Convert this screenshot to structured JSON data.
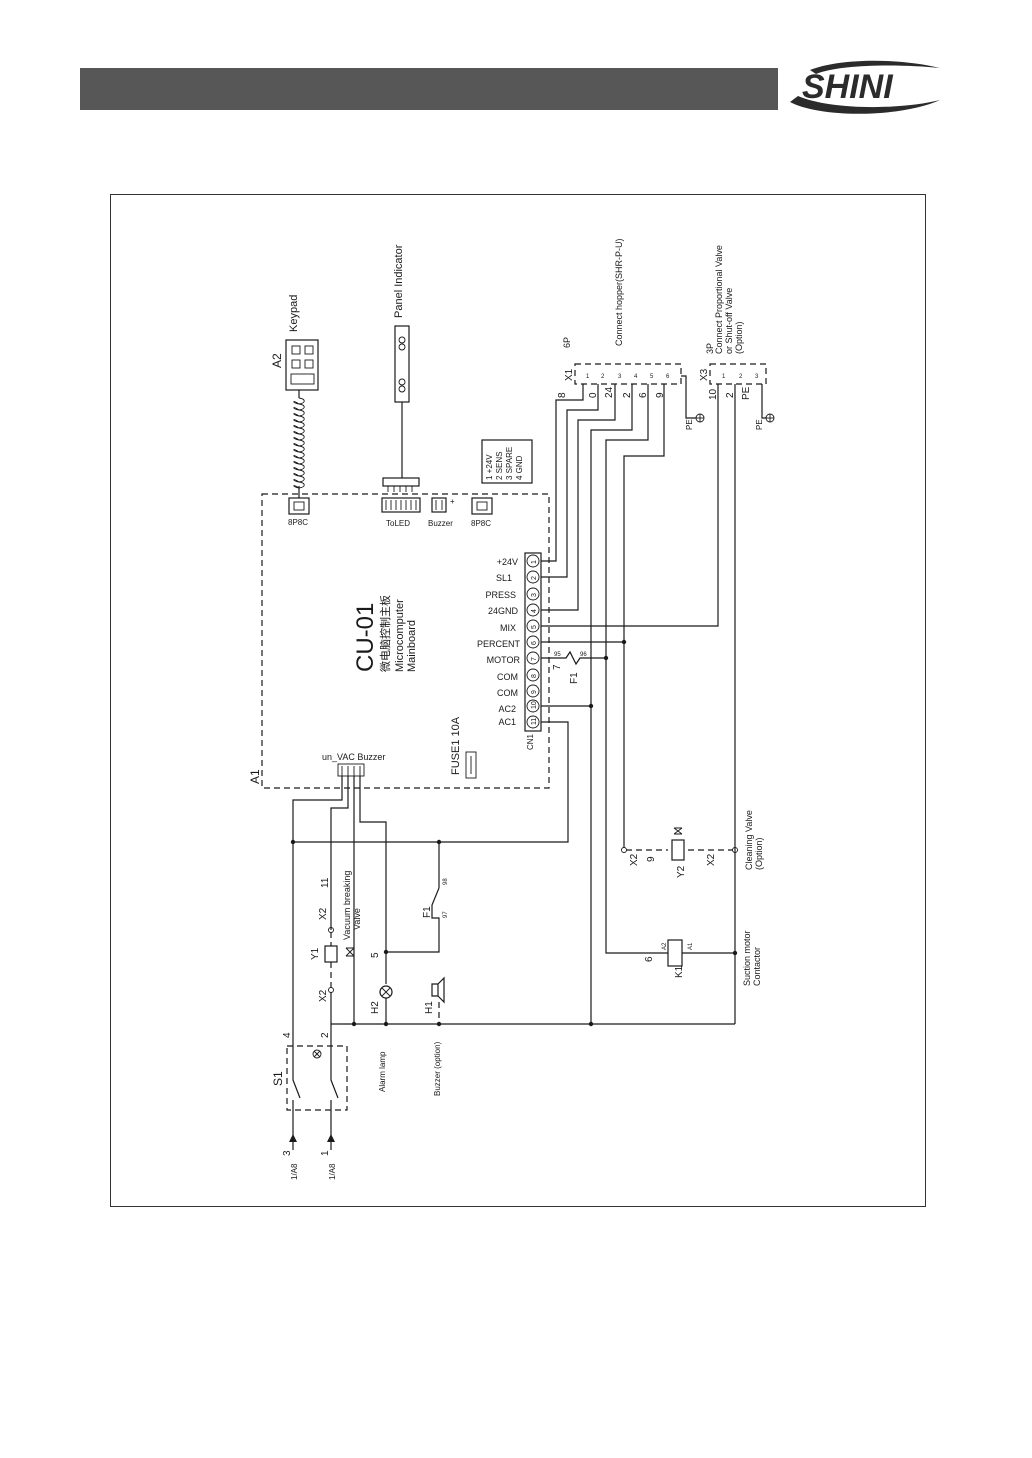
{
  "header": {
    "brand": "SHINI"
  },
  "colors": {
    "header_bar": "#575757",
    "line": "#1a1a1a",
    "background": "#ffffff"
  },
  "mainboard": {
    "ref": "A1",
    "model": "CU-01",
    "chinese": "微电脑控制主板",
    "line1": "Microcomputer",
    "line2": "Mainboard",
    "fuse": "FUSE1 10A",
    "connector": "CN1",
    "vac_buzzer": "un_VAC Buzzer",
    "port_8p8c_left": "8P8C",
    "port_8p8c_right": "8P8C",
    "to_led": "ToLED",
    "buzzer_port": "Buzzer",
    "terminals": [
      "+24V",
      "SL1",
      "PRESS",
      "24GND",
      "MIX",
      "PERCENT",
      "MOTOR",
      "COM",
      "COM",
      "AC2",
      "AC1"
    ],
    "terminal_numbers": [
      "1",
      "2",
      "3",
      "4",
      "5",
      "6",
      "7",
      "8",
      "9",
      "10",
      "11"
    ]
  },
  "keypad": {
    "ref": "A2",
    "label": "Keypad"
  },
  "panel_indicator": {
    "label": "Panel Indicator"
  },
  "sensor_note": [
    "1 +24V",
    "2 SENS",
    "3 SPARE",
    "4 GND"
  ],
  "x1": {
    "ref": "X1",
    "pins": "6P",
    "label": "Connect hopper(SHR-P-U)",
    "wires": [
      "8",
      "0",
      "24",
      "2",
      "6",
      "9"
    ],
    "pin_numbers": [
      "1",
      "2",
      "3",
      "4",
      "5",
      "6"
    ],
    "pe": "PE"
  },
  "x3": {
    "ref": "X3",
    "pins": "3P",
    "label_lines": [
      "Connect Proportional Valve",
      "or Shut-off Valve",
      "(Option)"
    ],
    "wires": [
      "10",
      "2",
      "PE"
    ],
    "pin_numbers": [
      "1",
      "2",
      "3"
    ],
    "pe": "PE"
  },
  "fuse_f1": {
    "ref": "F1",
    "wire": "7",
    "pin_a": "95",
    "pin_b": "96"
  },
  "f1_lower": {
    "ref": "F1",
    "pin_a": "97",
    "pin_b": "98"
  },
  "y1": {
    "ref": "Y1",
    "x2_top": "X2",
    "wire_top": "11",
    "x2_bottom": "X2",
    "label_lines": [
      "Vacuum breaking",
      "Valve"
    ],
    "wire_bottom": "5"
  },
  "y2": {
    "ref": "Y2",
    "x2_top": "X2",
    "wire_top": "9",
    "x2_bottom": "X2",
    "label_lines": [
      "Cleaning Valve",
      "(Option)"
    ]
  },
  "k1": {
    "ref": "K1",
    "wire": "6",
    "a1": "A1",
    "a2": "A2",
    "label_lines": [
      "Suction motor",
      "Contactor"
    ]
  },
  "h2": {
    "ref": "H2",
    "label": "Alarm lamp"
  },
  "h1": {
    "ref": "H1",
    "label": "Buzzer (option)"
  },
  "s1": {
    "ref": "S1",
    "wire_top": "4",
    "wire_bottom": "2",
    "wire_in_top": "3",
    "wire_in_bottom": "1",
    "source_top": "1/A8",
    "source_bottom": "1/A8"
  }
}
